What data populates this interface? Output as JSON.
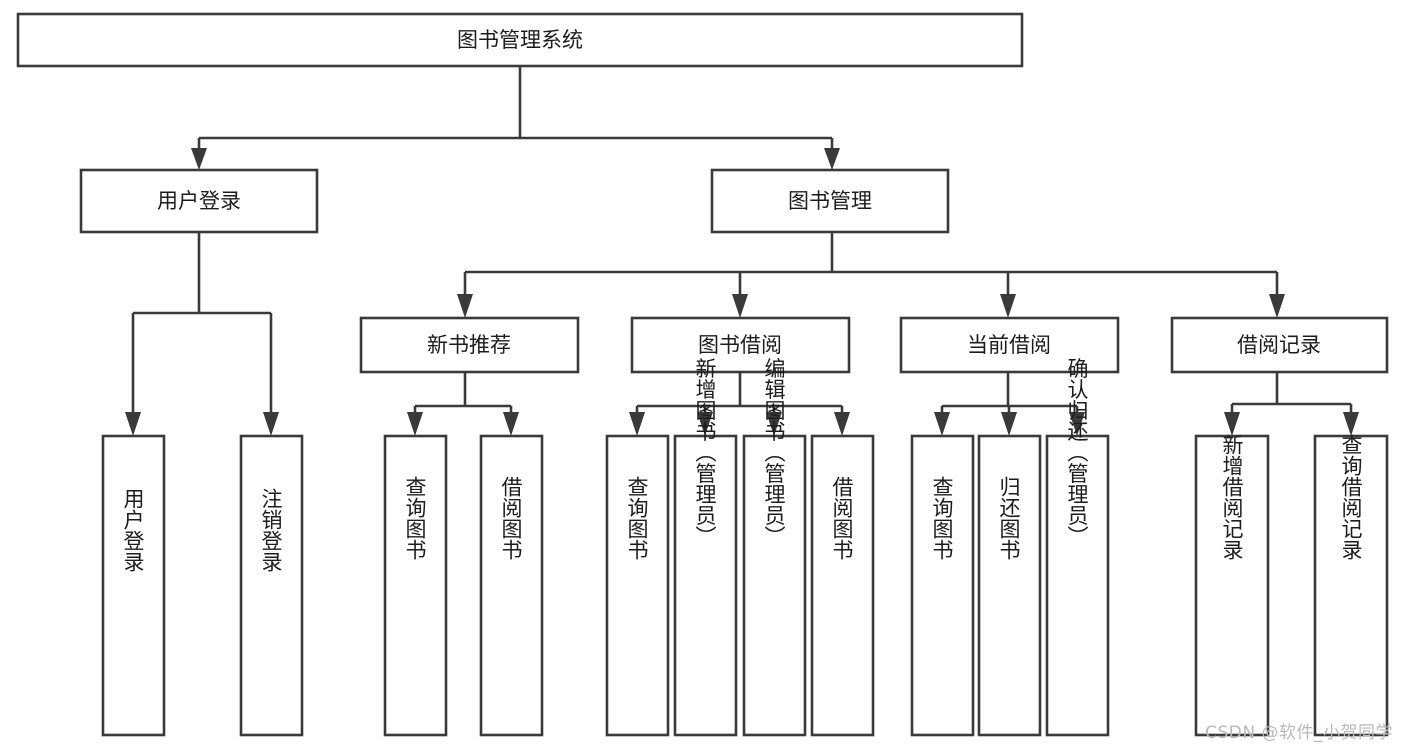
{
  "diagram": {
    "title": "图书管理系统",
    "type": "tree",
    "watermark": "CSDN @软件_小贺同学",
    "colors": {
      "box_stroke": "#3a3a3a",
      "box_fill": "#ffffff",
      "text": "#1c1c1c",
      "connector": "#3a3a3a",
      "watermark": "#b9b9b9",
      "background": "#ffffff"
    },
    "levels": [
      {
        "level": 1,
        "nodes": [
          {
            "id": "root",
            "label": "图书管理系统",
            "orientation": "horizontal"
          }
        ]
      },
      {
        "level": 2,
        "nodes": [
          {
            "id": "login",
            "label": "用户登录",
            "orientation": "horizontal",
            "parent": "root"
          },
          {
            "id": "bookmgmt",
            "label": "图书管理",
            "orientation": "horizontal",
            "parent": "root"
          }
        ]
      },
      {
        "level": 3,
        "nodes": [
          {
            "id": "newbook",
            "label": "新书推荐",
            "orientation": "horizontal",
            "parent": "bookmgmt"
          },
          {
            "id": "borrow",
            "label": "图书借阅",
            "orientation": "horizontal",
            "parent": "bookmgmt"
          },
          {
            "id": "current",
            "label": "当前借阅",
            "orientation": "horizontal",
            "parent": "bookmgmt"
          },
          {
            "id": "record",
            "label": "借阅记录",
            "orientation": "horizontal",
            "parent": "bookmgmt"
          }
        ]
      },
      {
        "level": 4,
        "nodes": [
          {
            "id": "leaf-user-login",
            "label": "用户登录",
            "orientation": "vertical",
            "parent": "login"
          },
          {
            "id": "leaf-user-logout",
            "label": "注销登录",
            "orientation": "vertical",
            "parent": "login"
          },
          {
            "id": "leaf-newbook-query",
            "label": "查询图书",
            "orientation": "vertical",
            "parent": "newbook"
          },
          {
            "id": "leaf-newbook-borrow",
            "label": "借阅图书",
            "orientation": "vertical",
            "parent": "newbook"
          },
          {
            "id": "leaf-borrow-query",
            "label": "查询图书",
            "orientation": "vertical",
            "parent": "borrow"
          },
          {
            "id": "leaf-borrow-add",
            "label": "新增图书（管理员）",
            "orientation": "vertical",
            "parent": "borrow"
          },
          {
            "id": "leaf-borrow-edit",
            "label": "编辑图书（管理员）",
            "orientation": "vertical",
            "parent": "borrow"
          },
          {
            "id": "leaf-borrow-lend",
            "label": "借阅图书",
            "orientation": "vertical",
            "parent": "borrow"
          },
          {
            "id": "leaf-current-query",
            "label": "查询图书",
            "orientation": "vertical",
            "parent": "current"
          },
          {
            "id": "leaf-current-return",
            "label": "归还图书",
            "orientation": "vertical",
            "parent": "current"
          },
          {
            "id": "leaf-current-confirm",
            "label": "确认归还（管理员）",
            "orientation": "vertical",
            "parent": "current"
          },
          {
            "id": "leaf-record-add",
            "label": "新增借阅记录",
            "orientation": "vertical",
            "parent": "record"
          },
          {
            "id": "leaf-record-query",
            "label": "查询借阅记录",
            "orientation": "vertical",
            "parent": "record"
          }
        ]
      }
    ]
  }
}
